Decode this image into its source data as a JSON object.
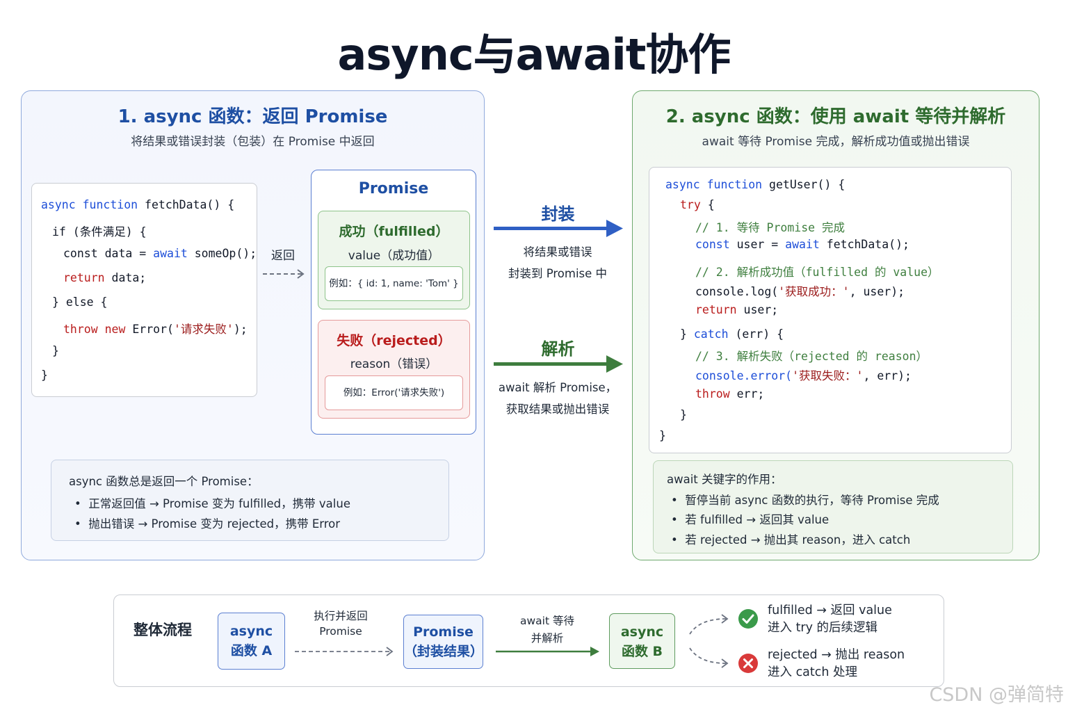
{
  "title": "async与await协作",
  "left_panel": {
    "title": "1. async 函数：返回 Promise",
    "subtitle": "将结果或错误封装（包装）在 Promise 中返回",
    "code": {
      "l1_kw": "async function",
      "l1_rest": " fetchData() {",
      "l2": "if (条件满足) {",
      "l3_a": "const data = ",
      "l3_kw": "await",
      "l3_b": " someOp();",
      "l4_kw": "return",
      "l4_rest": " data;",
      "l5": "} else {",
      "l6_kw": "throw new",
      "l6_a": " Error(",
      "l6_str": "'请求失败'",
      "l6_b": ");",
      "l7": "}",
      "l8": "}"
    },
    "return_label": "返回",
    "promise": {
      "title": "Promise",
      "fulfilled_title": "成功（fulfilled）",
      "fulfilled_value": "value（成功值）",
      "fulfilled_example": "例如：{ id: 1, name: 'Tom' }",
      "rejected_title": "失败（rejected）",
      "rejected_value": "reason（错误）",
      "rejected_example": "例如：Error('请求失败')"
    },
    "note": {
      "heading": "async 函数总是返回一个 Promise：",
      "items": [
        "正常返回值 → Promise 变为 fulfilled，携带 value",
        "抛出错误 → Promise 变为 rejected，携带 Error"
      ]
    }
  },
  "middle": {
    "wrap_label": "封装",
    "wrap_desc_1": "将结果或错误",
    "wrap_desc_2": "封装到 Promise 中",
    "parse_label": "解析",
    "parse_desc_1": "await 解析 Promise，",
    "parse_desc_2": "获取结果或抛出错误"
  },
  "right_panel": {
    "title": "2. async 函数：使用 await 等待并解析",
    "subtitle": "await 等待 Promise 完成，解析成功值或抛出错误",
    "code": {
      "l1_kw": "async function",
      "l1_rest": " getUser() {",
      "l2_kw": "try",
      "l2_rest": " {",
      "l3": "// 1. 等待 Promise 完成",
      "l4_kw": "const",
      "l4_a": " user = ",
      "l4_kw2": "await",
      "l4_b": " fetchData();",
      "l5": "// 2. 解析成功值（fulfilled 的 value）",
      "l6_a": "console.log(",
      "l6_str": "'获取成功：'",
      "l6_b": ", user);",
      "l7_kw": "return",
      "l7_rest": " user;",
      "l8_a": "} ",
      "l8_kw": "catch",
      "l8_b": " (err) {",
      "l9": "// 3. 解析失败（rejected 的 reason）",
      "l10_a": "console.error(",
      "l10_str": "'获取失败：'",
      "l10_b": ", err);",
      "l11_kw": "throw",
      "l11_rest": " err;",
      "l12": "}",
      "l13": "}"
    },
    "note": {
      "heading": "await 关键字的作用：",
      "items": [
        "暂停当前 async 函数的执行，等待 Promise 完成",
        "若 fulfilled → 返回其 value",
        "若 rejected → 抛出其 reason，进入 catch"
      ]
    }
  },
  "flow": {
    "label": "整体流程",
    "node_a_1": "async",
    "node_a_2": "函数 A",
    "step1_1": "执行并返回",
    "step1_2": "Promise",
    "node_p_1": "Promise",
    "node_p_2": "（封装结果）",
    "step2_1": "await 等待",
    "step2_2": "并解析",
    "node_b_1": "async",
    "node_b_2": "函数 B",
    "ok_1": "fulfilled → 返回 value",
    "ok_2": "进入 try 的后续逻辑",
    "err_1": "rejected → 抛出 reason",
    "err_2": "进入 catch 处理"
  },
  "watermark": "CSDN @弹简特",
  "colors": {
    "blue": "#1e4fa3",
    "green": "#2e6b2e",
    "red": "#b91c1c"
  }
}
